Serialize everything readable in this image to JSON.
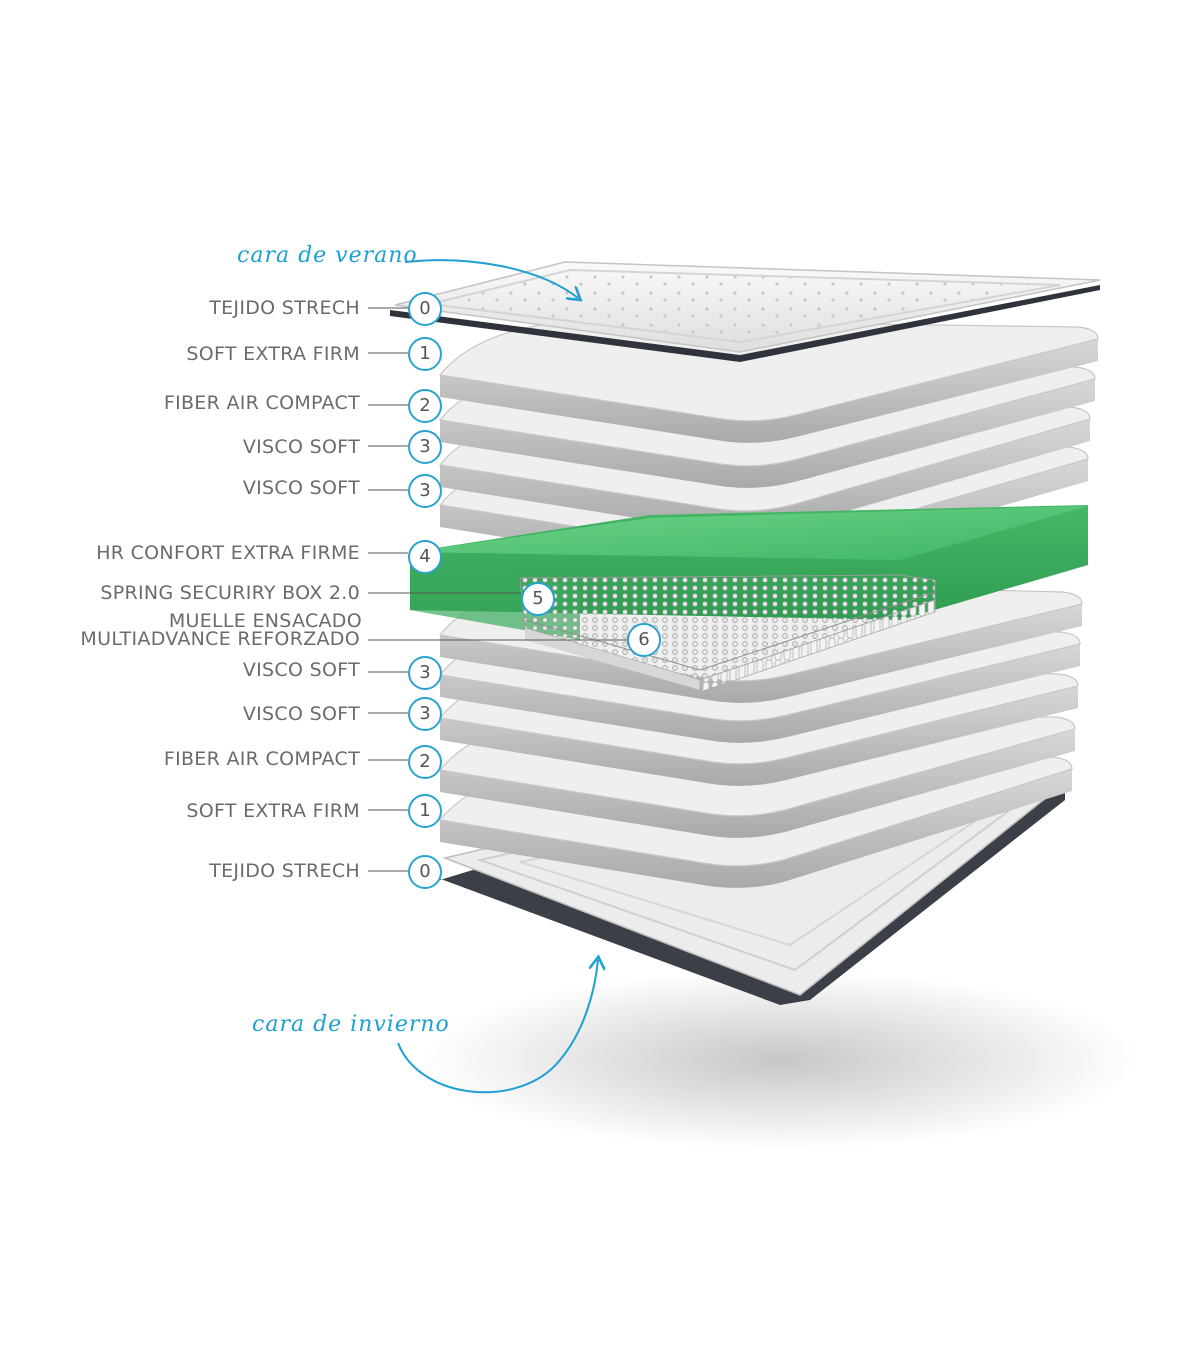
{
  "annotations": {
    "summer_face": "cara de verano",
    "winter_face": "cara de invierno"
  },
  "layers": [
    {
      "label": "TEJIDO STRECH",
      "number": "0"
    },
    {
      "label": "SOFT EXTRA FIRM",
      "number": "1"
    },
    {
      "label": "FIBER AIR COMPACT",
      "number": "2"
    },
    {
      "label": "VISCO SOFT",
      "number": "3"
    },
    {
      "label": "VISCO SOFT",
      "number": "3"
    },
    {
      "label": "HR CONFORT EXTRA FIRME",
      "number": "4"
    },
    {
      "label": "SPRING SECURIRY BOX 2.0",
      "number": "5"
    },
    {
      "label": "MUELLE ENSACADO",
      "number": "6"
    },
    {
      "label": "MULTIADVANCE REFORZADO",
      "number": ""
    },
    {
      "label": "VISCO SOFT",
      "number": "3"
    },
    {
      "label": "VISCO SOFT",
      "number": "3"
    },
    {
      "label": "FIBER AIR COMPACT",
      "number": "2"
    },
    {
      "label": "SOFT EXTRA FIRM",
      "number": "1"
    },
    {
      "label": "TEJIDO STRECH",
      "number": "0"
    }
  ],
  "colors": {
    "accent": "#2aa3cf",
    "foam_green": "#4cc06e",
    "layer_light": "#f1f1f1",
    "layer_edge": "#c9c9c9",
    "label_text": "#6b6b6b"
  }
}
